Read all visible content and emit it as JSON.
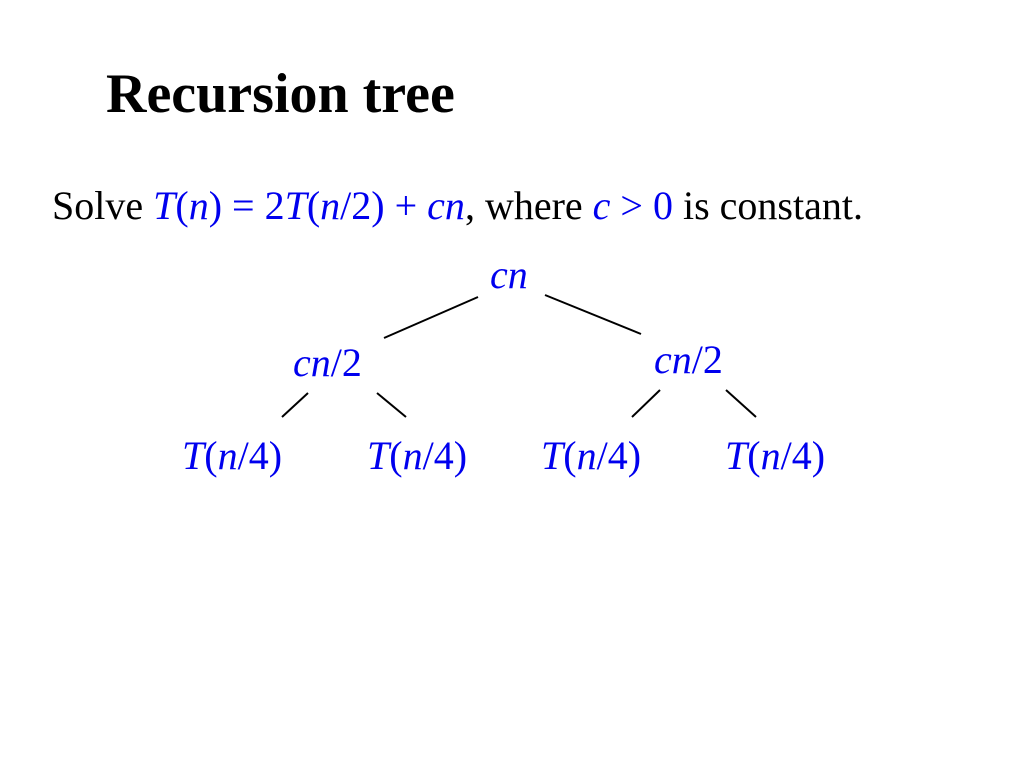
{
  "slide": {
    "title": "Recursion tree"
  },
  "problem": {
    "prefix": "Solve ",
    "recurrence_T": "T",
    "recurrence_open": "(",
    "recurrence_n": "n",
    "recurrence_close": ") = 2",
    "recurrence_T2": "T",
    "recurrence_open2": "(",
    "recurrence_n2": "n",
    "recurrence_half": "/2) + ",
    "recurrence_cn": "cn",
    "middle": ", where ",
    "const_c": "c",
    "const_cond": " > 0",
    "suffix": " is constant."
  },
  "tree": {
    "root": {
      "var": "cn",
      "den": ""
    },
    "level1": [
      {
        "var": "cn",
        "den": "/2"
      },
      {
        "var": "cn",
        "den": "/2"
      }
    ],
    "level2": [
      {
        "fn": "T",
        "open": "(",
        "var": "n",
        "rest": "/4)"
      },
      {
        "fn": "T",
        "open": "(",
        "var": "n",
        "rest": "/4)"
      },
      {
        "fn": "T",
        "open": "(",
        "var": "n",
        "rest": "/4)"
      },
      {
        "fn": "T",
        "open": "(",
        "var": "n",
        "rest": "/4)"
      }
    ]
  }
}
